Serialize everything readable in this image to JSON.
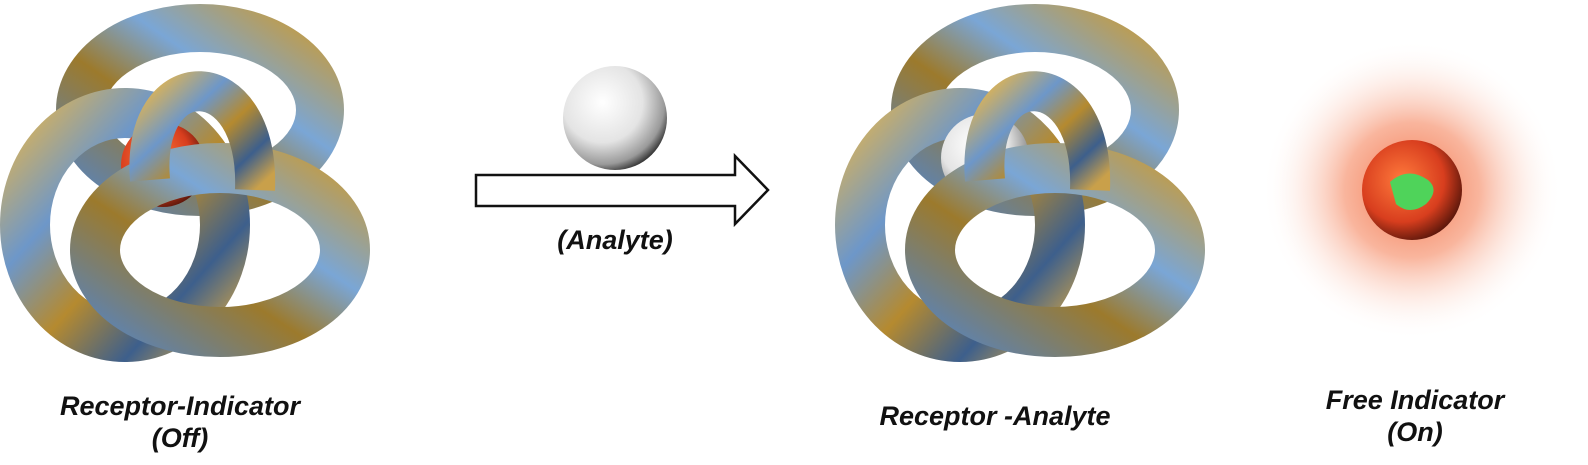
{
  "labels": {
    "analyte": "(Analyte)",
    "receptor_indicator": "Receptor-Indicator",
    "receptor_indicator_state": "(Off)",
    "receptor_analyte": "Receptor -Analyte",
    "free_indicator": "Free Indicator",
    "free_indicator_state": "(On)"
  },
  "colors": {
    "torus_gold": "#b5913a",
    "torus_blue": "#5b8fc9",
    "indicator_orange": "#e8562a",
    "indicator_green": "#4fd35a",
    "glow": "#f26a3f",
    "arrow_stroke": "#111111"
  }
}
